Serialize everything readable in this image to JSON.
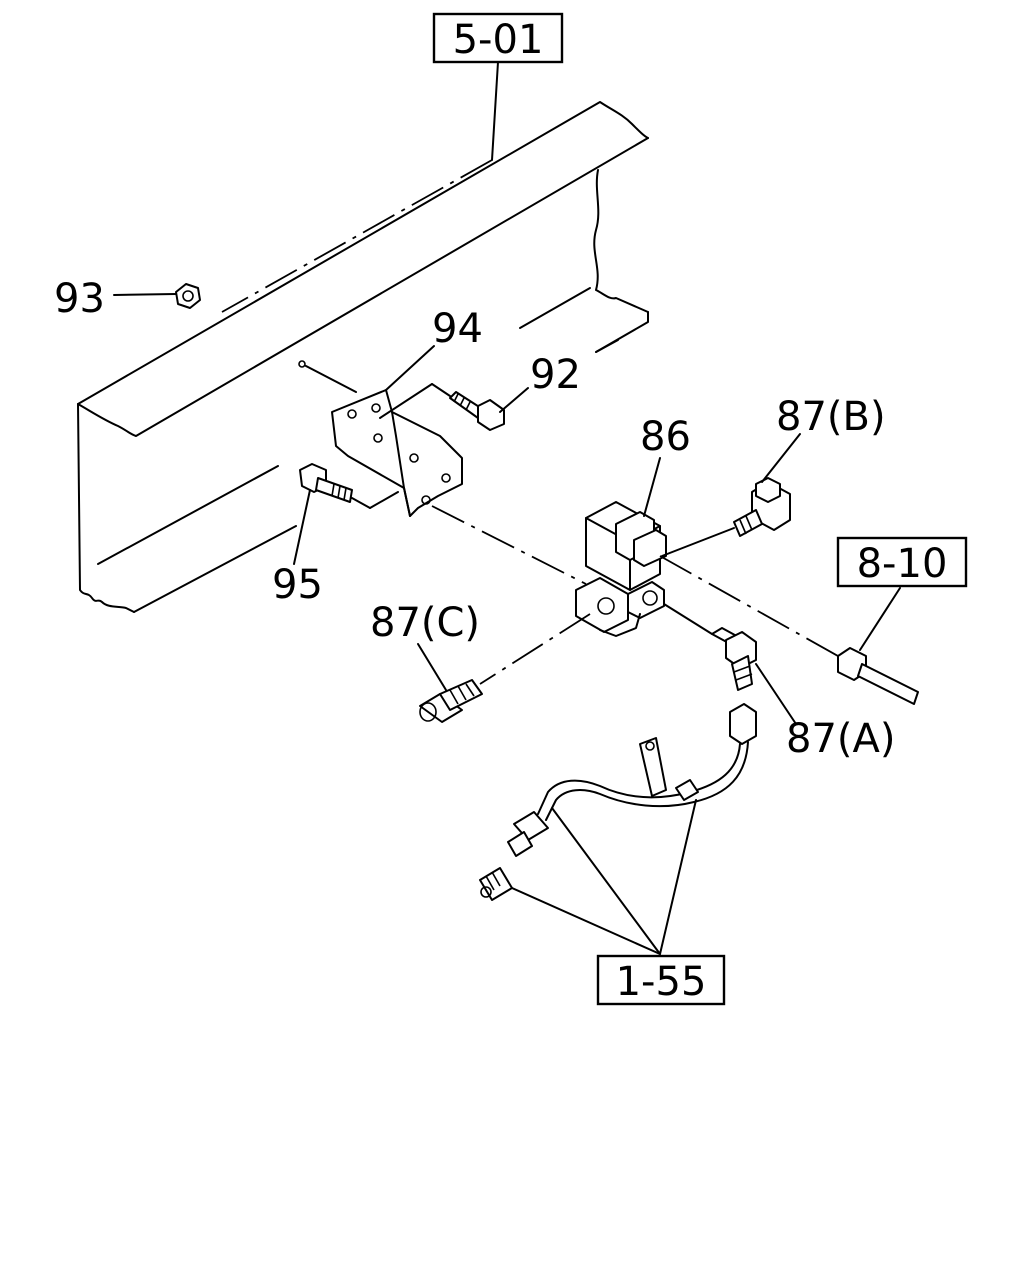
{
  "references": {
    "frame": "5-01",
    "harness": "8-10",
    "hose": "1-55"
  },
  "parts": {
    "p93": "93",
    "p94": "94",
    "p92": "92",
    "p95": "95",
    "p86": "86",
    "p87b": "87(B)",
    "p87c": "87(C)",
    "p87a": "87(A)"
  }
}
